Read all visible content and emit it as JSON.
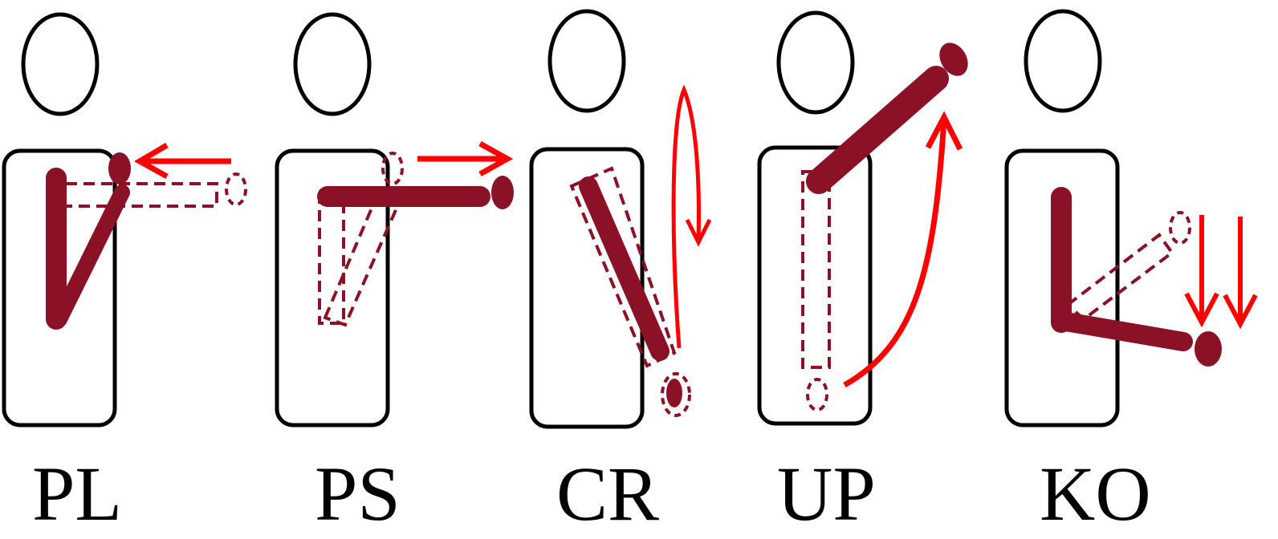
{
  "colors": {
    "outline": "#000000",
    "arm": "#8B1126",
    "motion_arrow": "#FF0000",
    "background": "#FFFFFF"
  },
  "figures": [
    {
      "id": "pl",
      "label": "PL"
    },
    {
      "id": "ps",
      "label": "PS"
    },
    {
      "id": "cr",
      "label": "CR"
    },
    {
      "id": "up",
      "label": "UP"
    },
    {
      "id": "ko",
      "label": "KO"
    }
  ]
}
